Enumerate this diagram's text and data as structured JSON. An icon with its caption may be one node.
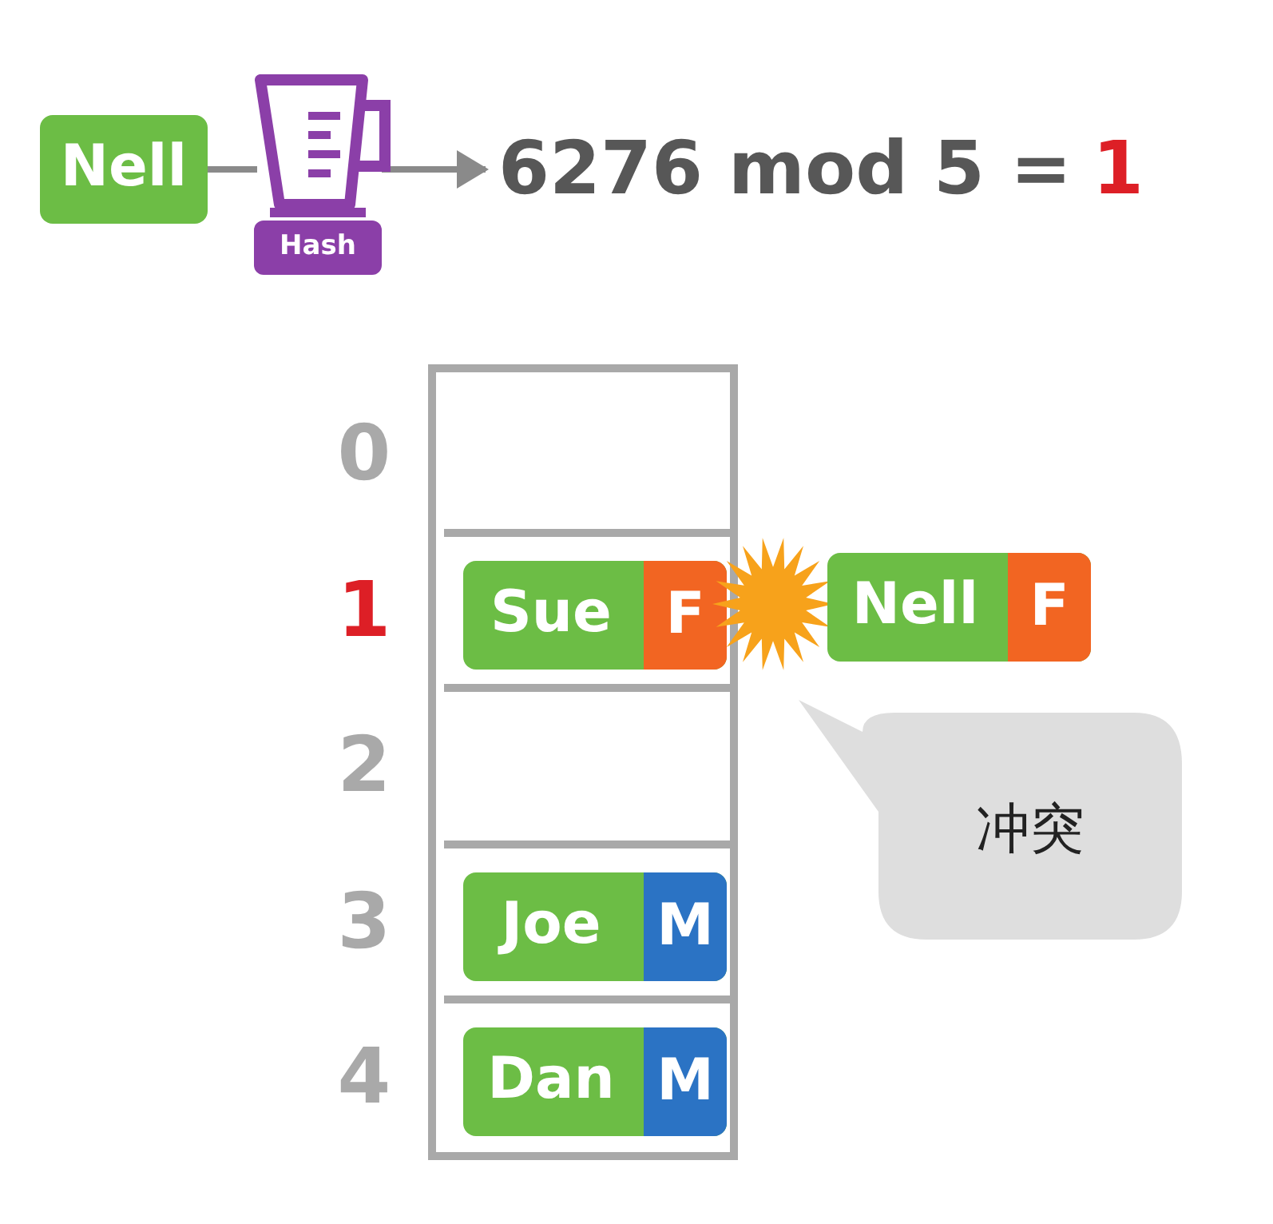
{
  "diagram": {
    "nodes": [
      {
        "text": [
          "Nell"
        ]
      },
      {
        "text": [
          "Hash"
        ]
      },
      {
        "text": [
          "6276 mod 5 =",
          "1"
        ]
      },
      {
        "text": [],
        "shape": "box"
      },
      {
        "text": [],
        "shape": "box",
        "in": 3,
        "beside": [
          "0"
        ]
      },
      {
        "text": [],
        "shape": "box",
        "in": 3,
        "beside": [
          "1"
        ]
      },
      {
        "text": [
          "Sue",
          "F"
        ],
        "in": 5
      },
      {
        "text": [],
        "shape": "box",
        "in": 3,
        "beside": [
          "2"
        ]
      },
      {
        "text": [],
        "shape": "box",
        "in": 3,
        "beside": [
          "3"
        ]
      },
      {
        "text": [
          "Joe",
          "M"
        ],
        "in": 8
      },
      {
        "text": [],
        "shape": "box",
        "in": 3,
        "beside": [
          "4"
        ]
      },
      {
        "text": [
          "Dan",
          "M"
        ],
        "in": 10
      },
      {
        "text": [],
        "shape": "burst"
      },
      {
        "text": [
          "Nell",
          "F"
        ]
      },
      {
        "text": [
          "冲突"
        ]
      }
    ],
    "edges": [
      {
        "from": 0,
        "to": 1,
        "arrow": "none"
      },
      {
        "from": 1,
        "to": 2,
        "arrow": "to"
      }
    ]
  }
}
